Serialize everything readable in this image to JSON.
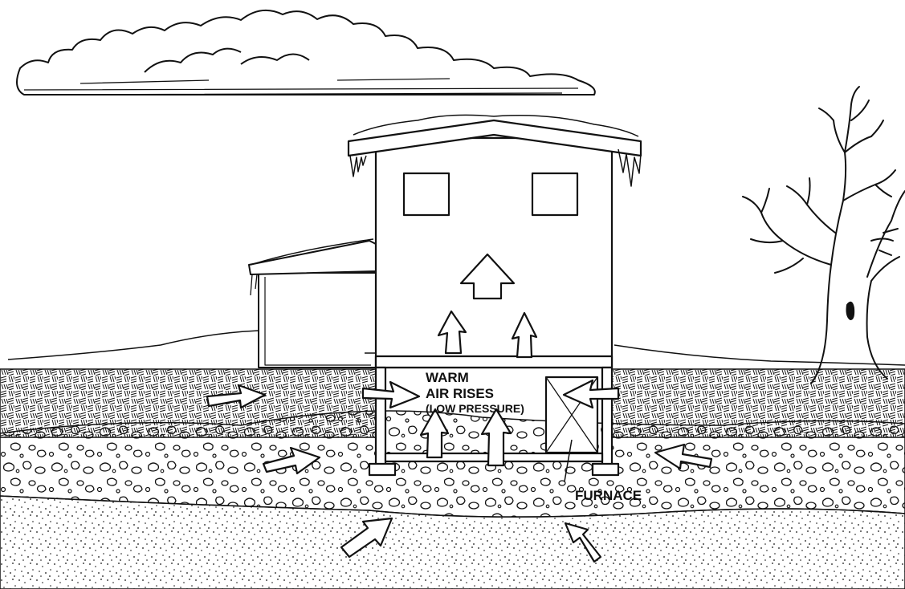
{
  "labels": {
    "warm": "WARM",
    "air_rises": "AIR RISES",
    "low_pressure": "(LOW PRESSURE)",
    "furnace": "FURNACE"
  },
  "colors": {
    "ink": "#111111",
    "paper": "#ffffff"
  }
}
